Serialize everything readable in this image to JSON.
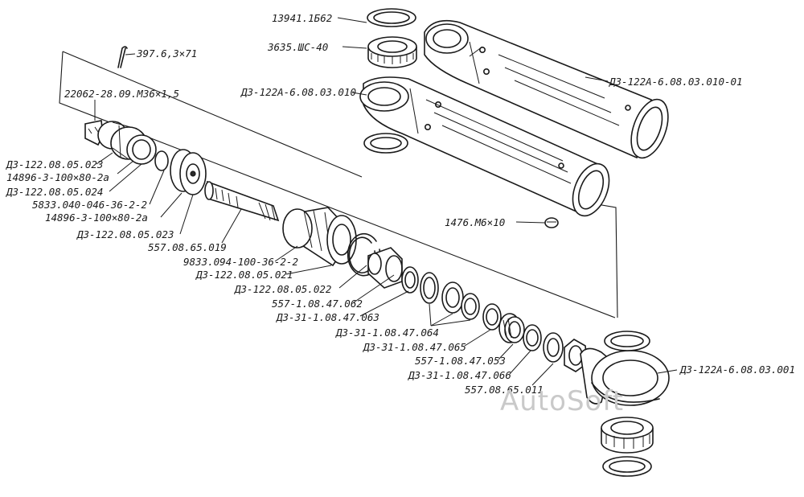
{
  "labels": {
    "bearing_13941": "13941.1Б62",
    "bearing_3635": "3635.ШС-40",
    "tube_010": "Д3-122А-6.08.03.010",
    "tube_010_01": "Д3-122А-6.08.03.010-01",
    "pin_397": "397.6,3×71",
    "nut_22062": "22062-28.09.М36×1,5",
    "d3_023_a": "Д3-122.08.05.023",
    "ring_14896_a": "14896-3-100×80-2а",
    "d3_024": "Д3-122.08.05.024",
    "ring_5833": "5833.040-046-36-2-2",
    "ring_14896_b": "14896-3-100×80-2а",
    "d3_023_b": "Д3-122.08.05.023",
    "rod_557_019": "557.08.65.019",
    "ring_9833": "9833.094-100-36-2-2",
    "d3_021": "Д3-122.08.05.021",
    "d3_022": "Д3-122.08.05.022",
    "p_557_062": "557-1.08.47.062",
    "p_d3_063": "Д3-31-1.08.47.063",
    "p_d3_064": "Д3-31-1.08.47.064",
    "p_d3_065": "Д3-31-1.08.47.065",
    "p_557_053": "557-1.08.47.053",
    "p_d3_066": "Д3-31-1.08.47.066",
    "p_557_011": "557.08.65.011",
    "plug_1476": "1476.М6×10",
    "eye_001": "Д3-122А-6.08.03.001"
  },
  "watermark": "AutoSoft"
}
